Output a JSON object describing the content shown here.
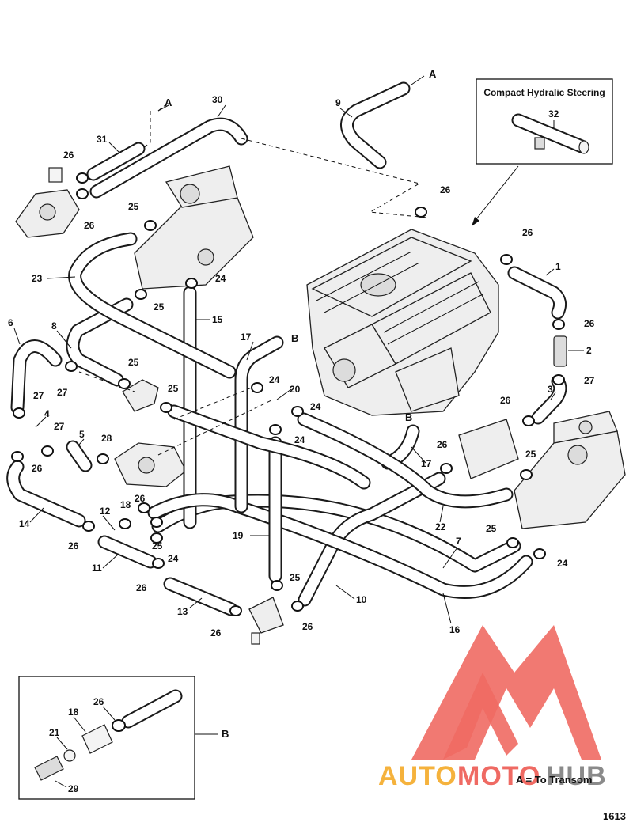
{
  "diagram": {
    "inset_steering_title": "Compact Hydralic Steering",
    "legend_text": "A = To Transom",
    "figure_number": "1613",
    "connector_a_label": "A",
    "connector_b_label": "B",
    "inset_b_label": "B"
  },
  "callouts": [
    "1",
    "2",
    "3",
    "4",
    "5",
    "6",
    "7",
    "8",
    "9",
    "10",
    "11",
    "12",
    "13",
    "14",
    "15",
    "16",
    "17",
    "18",
    "19",
    "20",
    "21",
    "22",
    "23",
    "24",
    "25",
    "26",
    "27",
    "28",
    "29",
    "30",
    "31",
    "32"
  ],
  "watermark": {
    "auto": "AUTO",
    "moto": "MOTO",
    "hub": "HUB",
    "auto_color": "#f5b23c",
    "moto_color": "#ef6a63",
    "hub_color": "#8a8a8a"
  }
}
